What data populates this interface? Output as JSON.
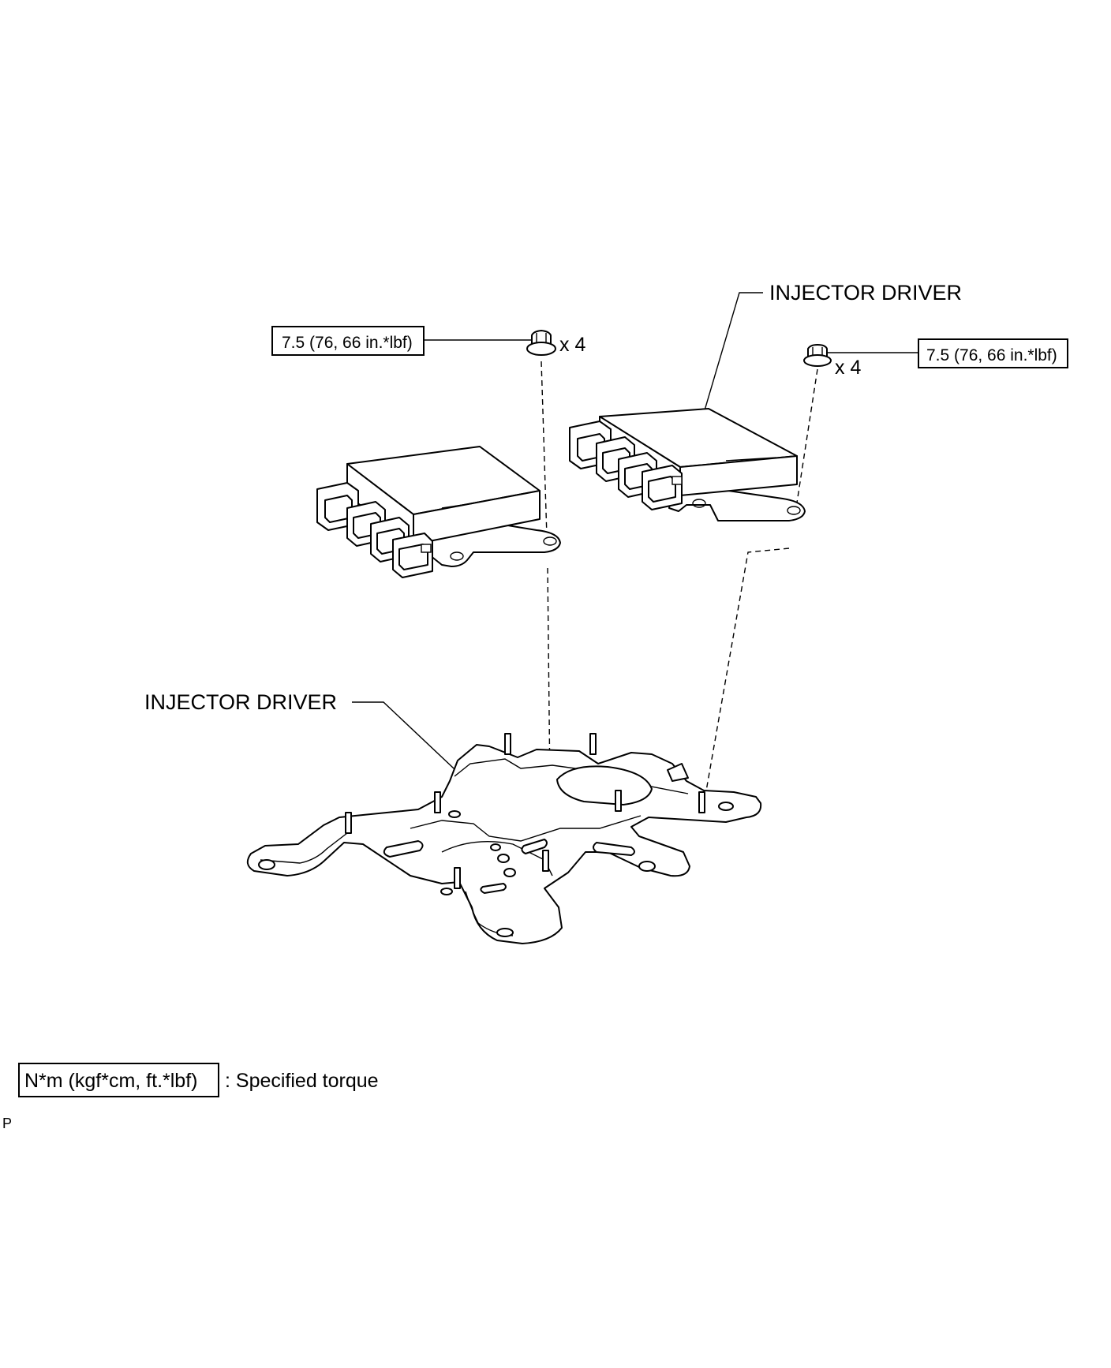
{
  "labels": {
    "injector_driver_upper": "INJECTOR DRIVER",
    "injector_driver_lower": "INJECTOR DRIVER",
    "torque_left": "7.5 (76, 66 in.*lbf)",
    "torque_right": "7.5 (76, 66 in.*lbf)",
    "qty_left": "x 4",
    "qty_right": "x 4"
  },
  "legend": {
    "unit_box": "N*m (kgf*cm, ft.*lbf)",
    "description": ": Specified torque"
  },
  "corner_code": "P"
}
